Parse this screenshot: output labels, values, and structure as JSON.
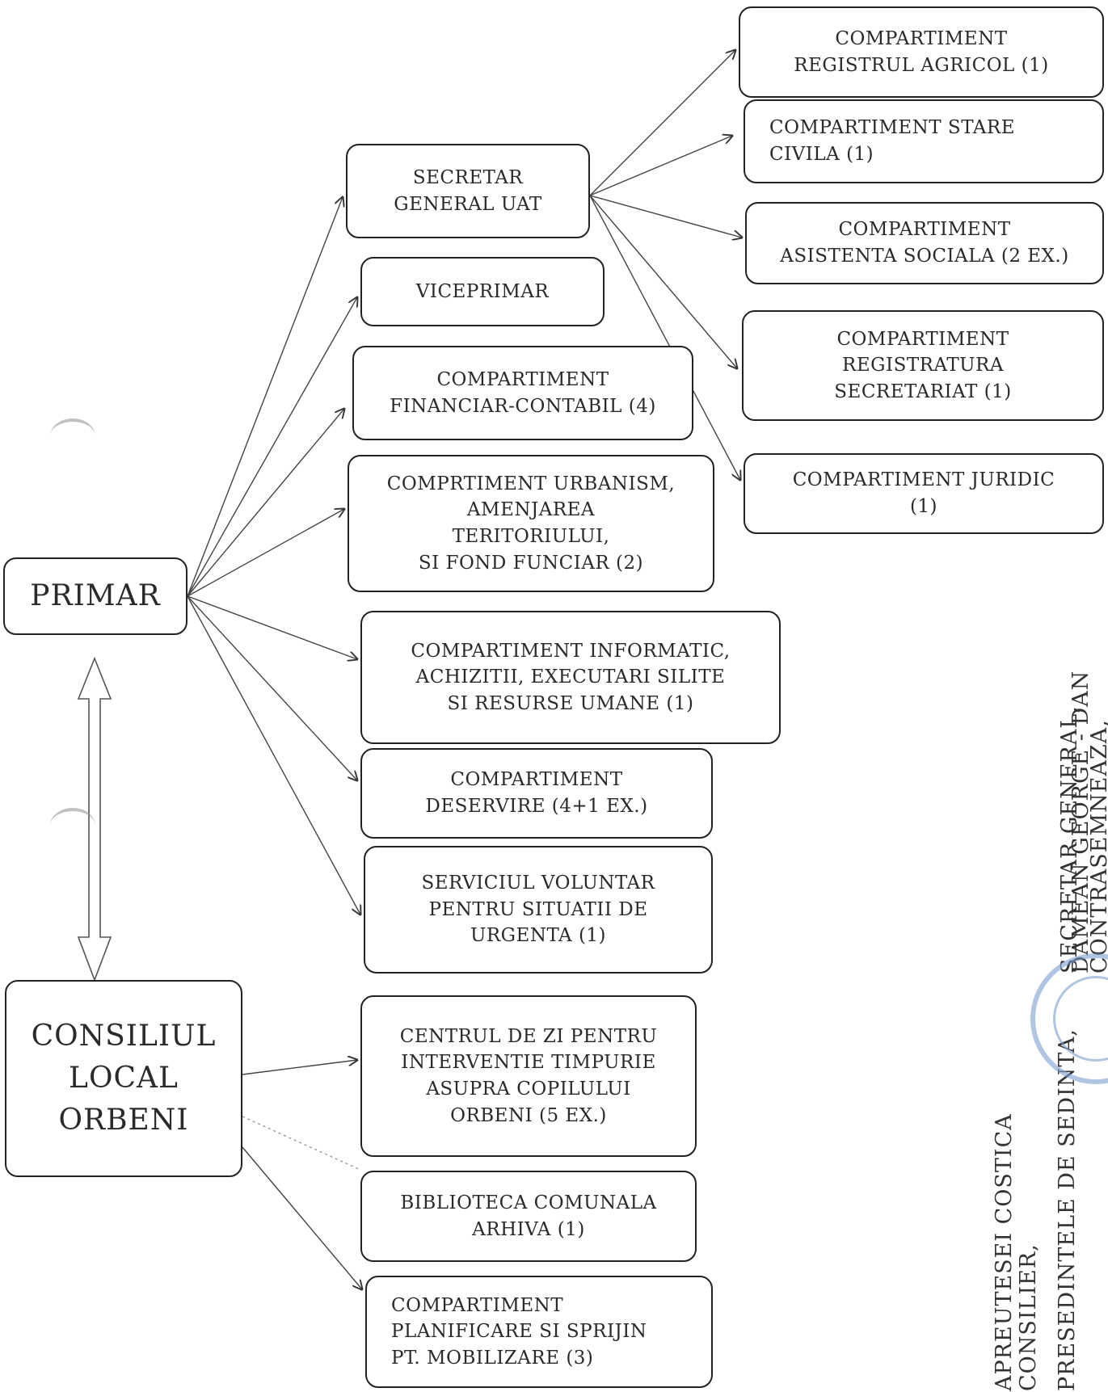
{
  "nodes": {
    "primar": "PRIMAR",
    "consiliul": "CONSILIUL\nLOCAL\nORBENI",
    "secretar": "SECRETAR\nGENERAL UAT",
    "viceprimar": "VICEPRIMAR",
    "financiar": "COMPARTIMENT\nFINANCIAR-CONTABIL (4)",
    "urbanism": "COMPRTIMENT URBANISM,\nAMENJAREA\nTERITORIULUI,\nSI  FOND FUNCIAR (2)",
    "informatic": "COMPARTIMENT INFORMATIC,\nACHIZITII,  EXECUTARI SILITE\nSI  RESURSE  UMANE (1)",
    "deservire": "COMPARTIMENT\nDESERVIRE (4+1 EX.)",
    "voluntar": "SERVICIUL VOLUNTAR\nPENTRU SITUATII DE\nURGENTA (1)",
    "centrul": "CENTRUL DE ZI PENTRU\nINTERVENTIE TIMPURIE\nASUPRA COPILULUI\nORBENI (5 EX.)",
    "biblioteca": "BIBLIOTECA COMUNALA\nARHIVA (1)",
    "planificare": "COMPARTIMENT\nPLANIFICARE SI  SPRIJIN\nPT.  MOBILIZARE (3)",
    "registru_agricol": "COMPARTIMENT\nREGISTRUL AGRICOL (1)",
    "stare_civila": "COMPARTIMENT STARE\nCIVILA (1)",
    "asistenta": "COMPARTIMENT\nASISTENTA SOCIALA (2 EX.)",
    "registratura": "COMPARTIMENT\nREGISTRATURA\nSECRETARIAT (1)",
    "juridic": "COMPARTIMENT JURIDIC\n(1)"
  },
  "signatures": {
    "col1_line1": "PRESEDINTELE  DE  SEDINTA,",
    "col1_line2": "CONSILIER,",
    "col1_line3": "APREUTESEI COSTICA",
    "col2_line1": "CONTRASEMNEAZA,",
    "col2_line2": "SECRETAR  GENERAL,",
    "col2_line3": "DAMEAN  GEORGE - DAN"
  },
  "colors": {
    "ink": "#2a2a2a",
    "stamp": "#7b9fcf"
  }
}
